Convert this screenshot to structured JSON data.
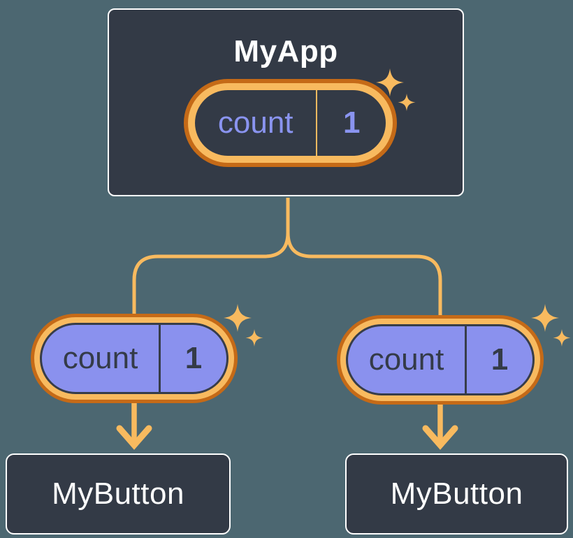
{
  "diagram": {
    "root": {
      "label": "MyApp",
      "pill": {
        "key": "count",
        "value": "1"
      }
    },
    "children": [
      {
        "label": "MyButton",
        "pill": {
          "key": "count",
          "value": "1"
        }
      },
      {
        "label": "MyButton",
        "pill": {
          "key": "count",
          "value": "1"
        }
      }
    ],
    "icons": {
      "sparkle": "four-point-star",
      "arrow": "arrow-down"
    },
    "colors": {
      "background": "#4C6771",
      "node_fill": "#333A46",
      "node_border": "#FFFFFF",
      "orange_dark": "#C56A17",
      "orange_light": "#F8BA5F",
      "lavender_fill": "#8A91EE",
      "lavender_text": "#8A94F0",
      "dark_text": "#343B48",
      "title_text": "#FFFFFF"
    }
  }
}
